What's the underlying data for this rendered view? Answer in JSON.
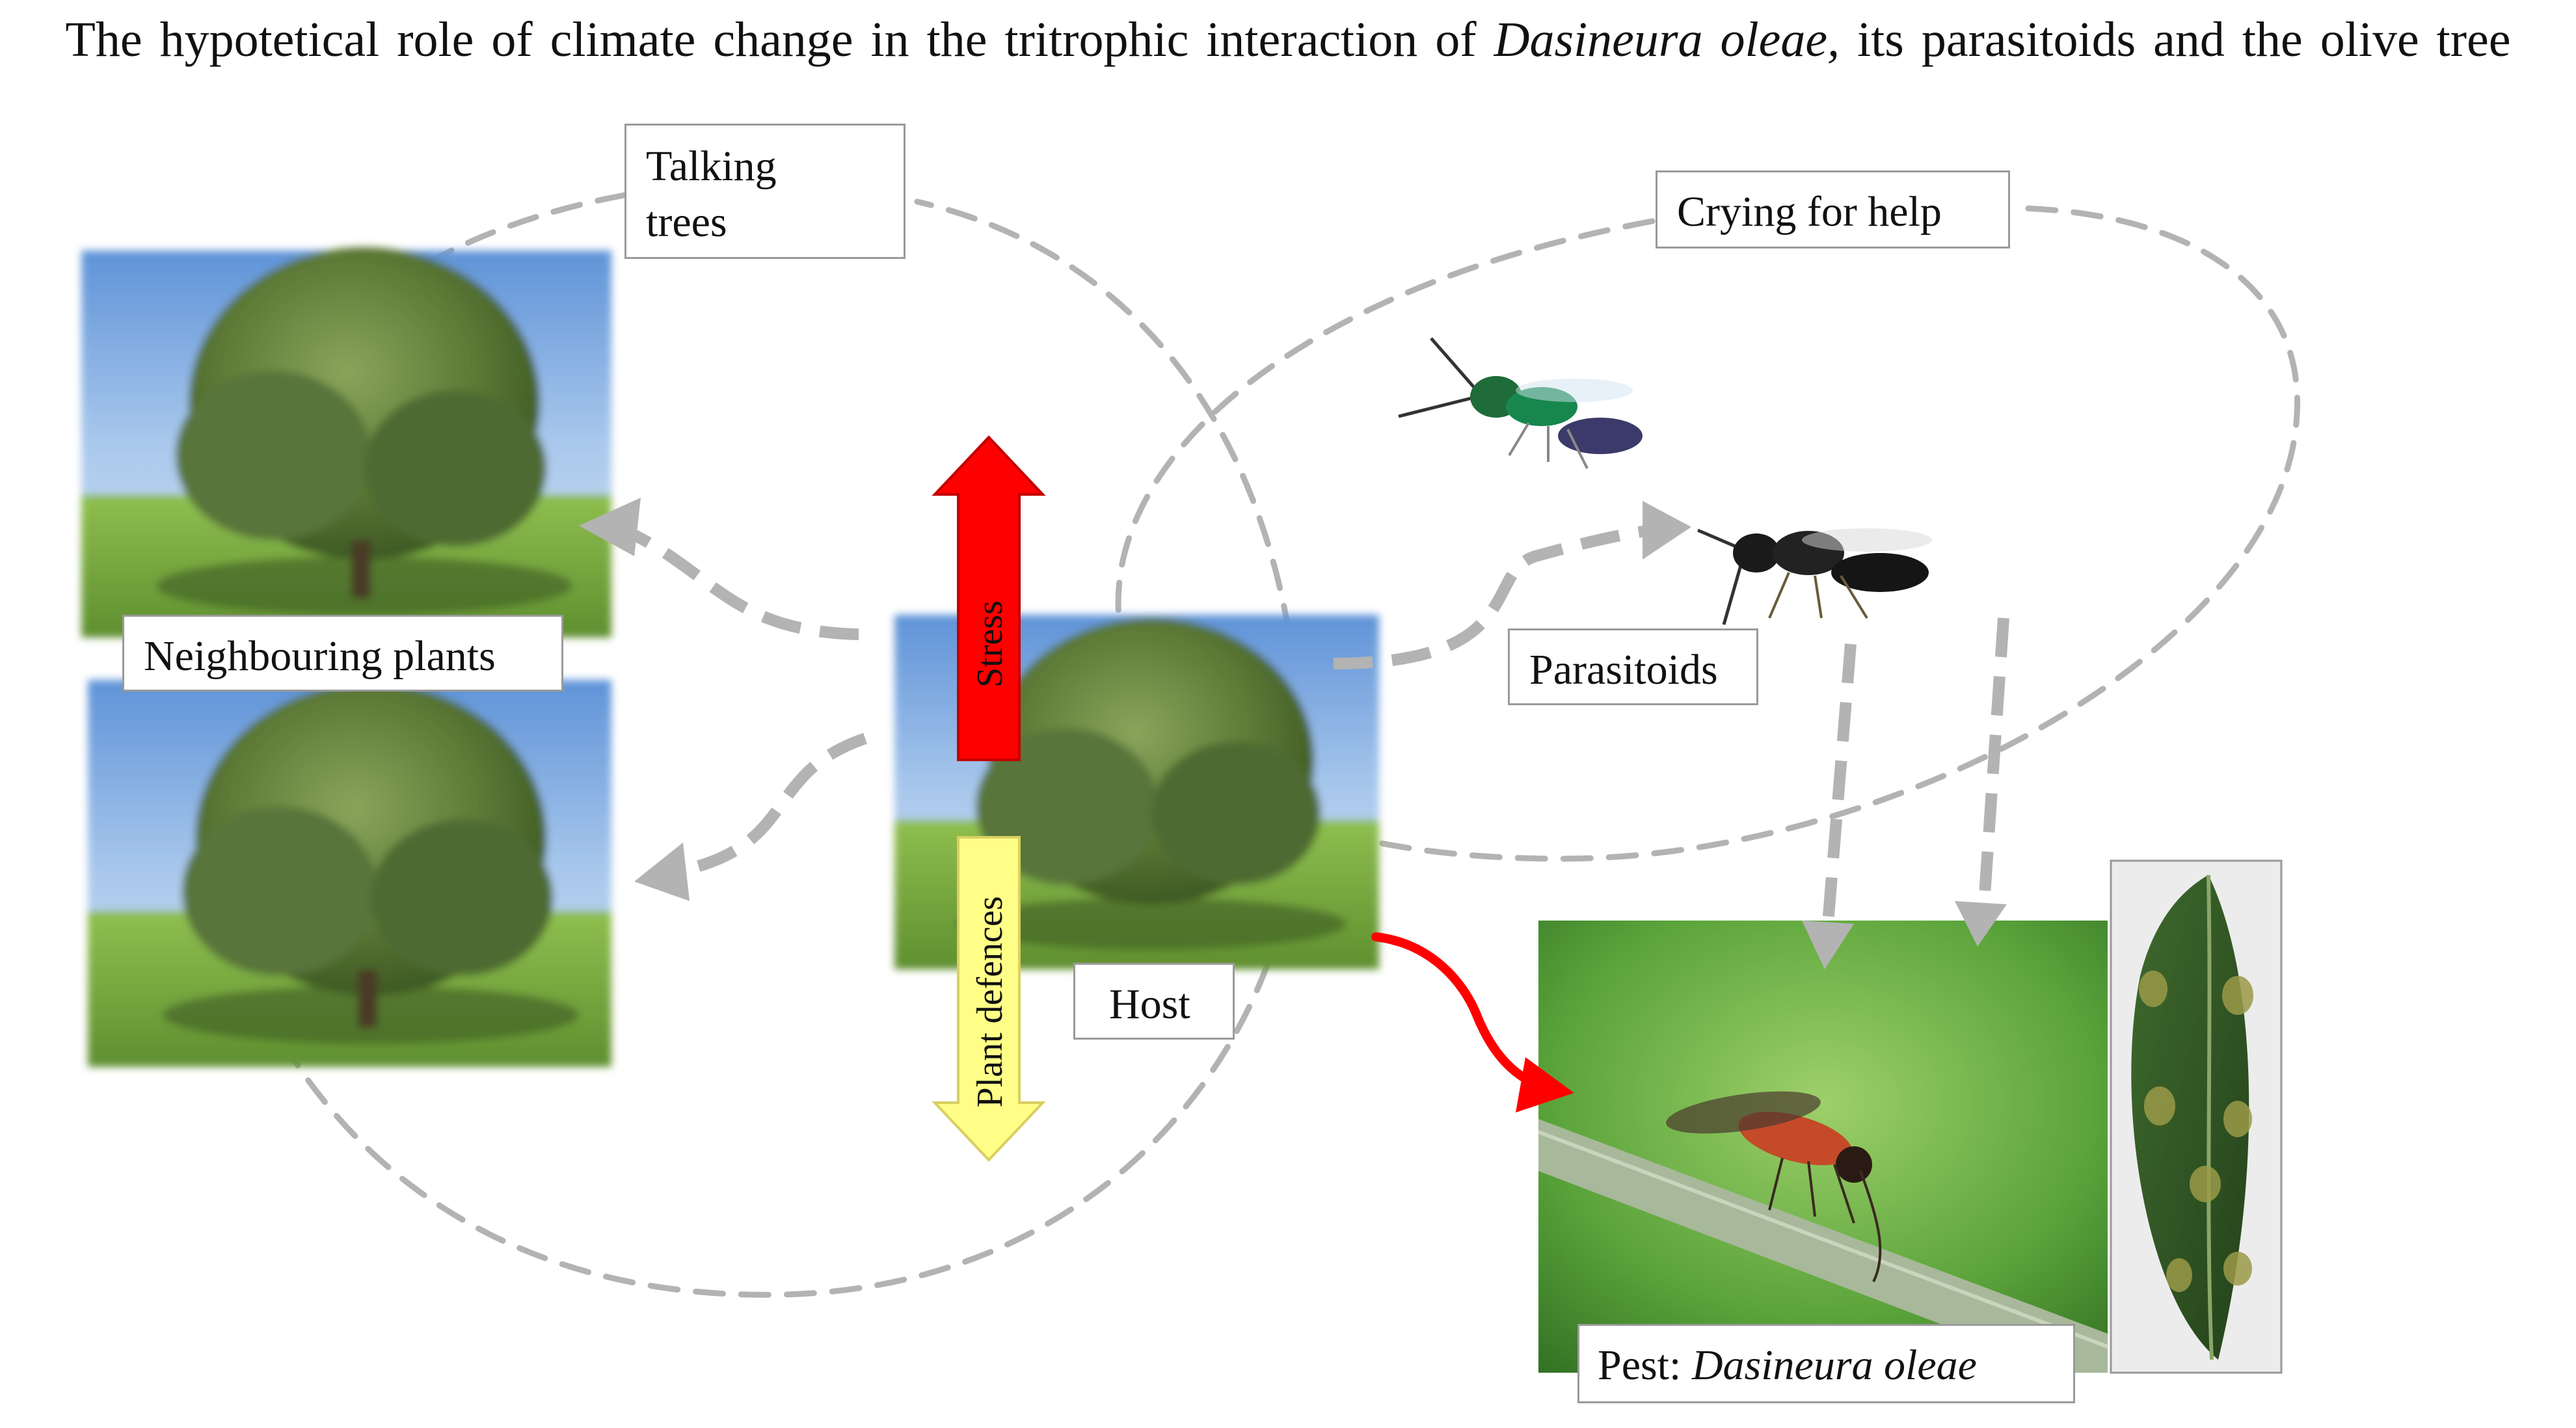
{
  "title": {
    "prefix": "The hypotetical role of climate change in the tritrophic interaction of ",
    "species": "Dasineura oleae,",
    "suffix": " its parasitoids and the olive tree"
  },
  "labels": {
    "talking_trees_line1": "Talking",
    "talking_trees_line2": "trees",
    "crying_for_help": "Crying  for help",
    "neighbouring_plants": "Neighbouring  plants",
    "parasitoids": "Parasitoids",
    "host": "Host",
    "pest_prefix": "Pest: ",
    "pest_species": "Dasineura oleae"
  },
  "arrows": {
    "stress": "Stress",
    "plant_defences": "Plant defences"
  },
  "colors": {
    "stress_arrow": "#ff0000",
    "defence_arrow": "#ffff88",
    "dashed_lines": "#b3b3b3",
    "pest_arrow": "#ff0000"
  }
}
